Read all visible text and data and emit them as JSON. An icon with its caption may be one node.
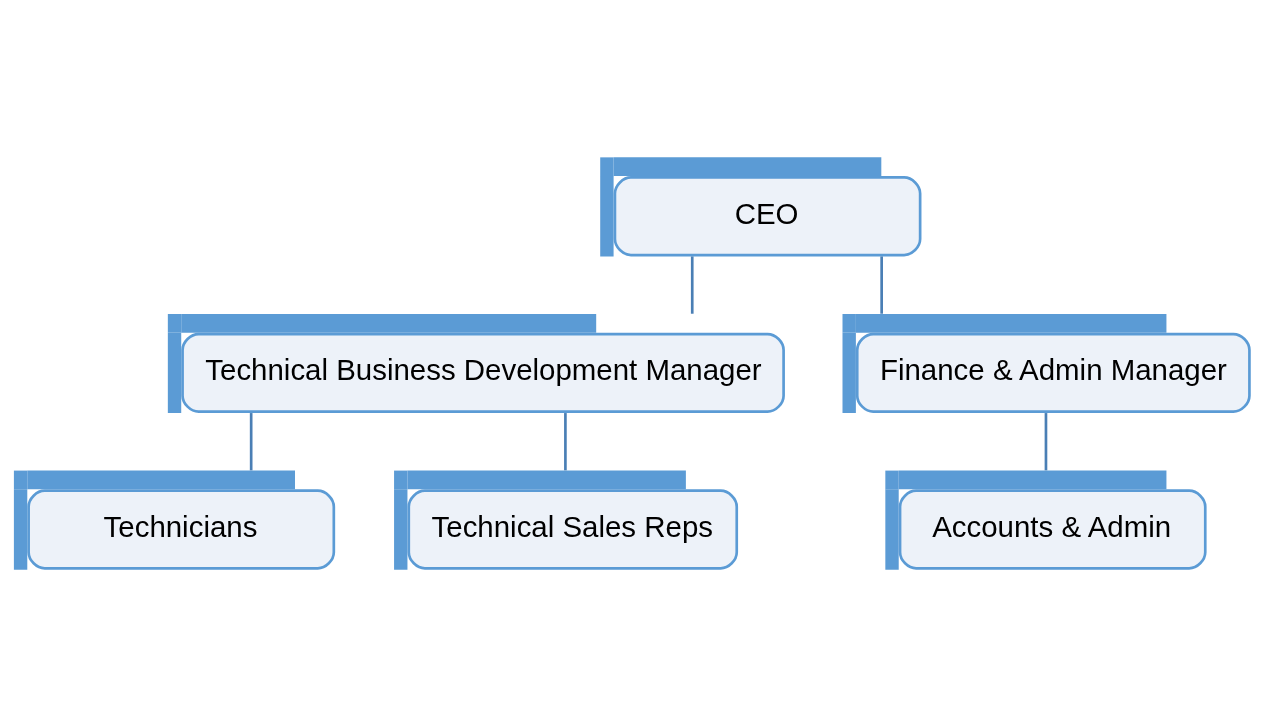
{
  "diagram": {
    "nodes": [
      {
        "text": [
          "CEO"
        ]
      },
      {
        "text": [
          "Technical Business Development Manager"
        ]
      },
      {
        "text": [
          "Finance & Admin Manager"
        ]
      },
      {
        "text": [
          "Technicians"
        ]
      },
      {
        "text": [
          "Technical Sales Reps"
        ]
      },
      {
        "text": [
          "Accounts & Admin"
        ]
      }
    ],
    "edges": [
      {
        "from": 0,
        "to": 1,
        "arrow": "none"
      },
      {
        "from": 0,
        "to": 2,
        "arrow": "none"
      },
      {
        "from": 1,
        "to": 3,
        "arrow": "none"
      },
      {
        "from": 1,
        "to": 4,
        "arrow": "none"
      },
      {
        "from": 2,
        "to": 5,
        "arrow": "none"
      }
    ]
  }
}
